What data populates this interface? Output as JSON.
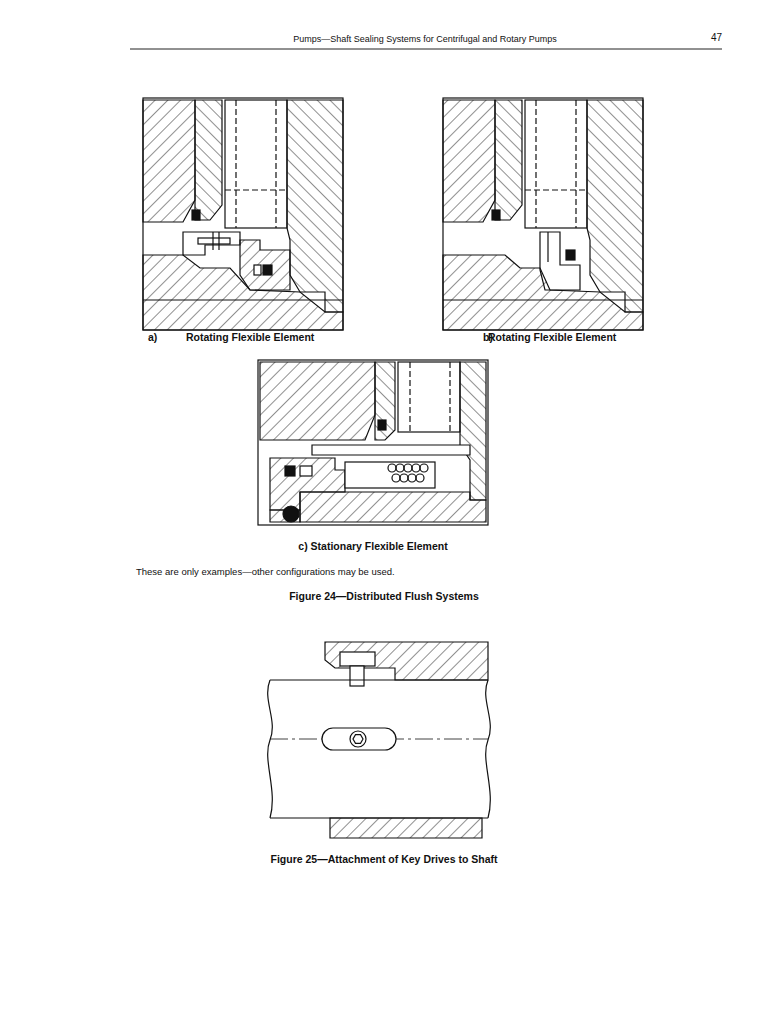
{
  "diagram": {
    "labels": [
      "Pumps—Shaft Sealing Systems for Centrifugal and Rotary Pumps",
      "47",
      "a)",
      "Rotating Flexible Element",
      "b)",
      "Rotating Flexible Element",
      "c) Stationary Flexible Element",
      "These are only examples—other configurations may be used.",
      "Figure 24—Distributed Flush Systems",
      "Figure 25—Attachment of Key Drives to Shaft"
    ]
  }
}
